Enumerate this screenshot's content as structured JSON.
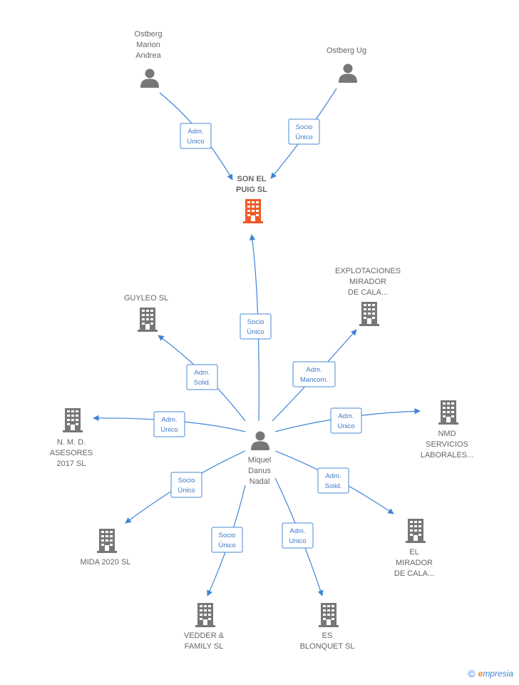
{
  "colors": {
    "accent": "#3f84d8",
    "node_gray": "#777777",
    "node_main": "#f05a28"
  },
  "nodes": {
    "ostberg_marion": {
      "lines": [
        "Ostberg",
        "Marion",
        "Andrea"
      ],
      "kind": "person-icon"
    },
    "ostberg_ug": {
      "lines": [
        "Ostberg Ug"
      ],
      "kind": "person-icon"
    },
    "son_el_puig": {
      "lines": [
        "SON EL",
        "PUIG  SL"
      ],
      "kind": "building-icon",
      "main": true
    },
    "explotaciones": {
      "lines": [
        "EXPLOTACIONES",
        "MIRADOR",
        "DE CALA..."
      ],
      "kind": "building-icon"
    },
    "guyleo": {
      "lines": [
        "GUYLEO  SL"
      ],
      "kind": "building-icon"
    },
    "nmd_asesores": {
      "lines": [
        "N.  M.  D.",
        "ASESORES",
        "2017  SL"
      ],
      "kind": "building-icon"
    },
    "nmd_servicios": {
      "lines": [
        "NMD",
        "SERVICIOS",
        "LABORALES..."
      ],
      "kind": "building-icon"
    },
    "miquel": {
      "lines": [
        "Miquel",
        "Danus",
        "Nadal"
      ],
      "kind": "person-icon"
    },
    "mida": {
      "lines": [
        "MIDA 2020  SL"
      ],
      "kind": "building-icon"
    },
    "el_mirador": {
      "lines": [
        "EL",
        "MIRADOR",
        "DE CALA..."
      ],
      "kind": "building-icon"
    },
    "vedder": {
      "lines": [
        "VEDDER &",
        "FAMILY  SL"
      ],
      "kind": "building-icon"
    },
    "es_blonquet": {
      "lines": [
        "ES",
        "BLONQUET  SL"
      ],
      "kind": "building-icon"
    }
  },
  "edges": {
    "marion_son": {
      "lines": [
        "Adm.",
        "Unico"
      ]
    },
    "ug_son": {
      "lines": [
        "Socio",
        "Único"
      ]
    },
    "miquel_son": {
      "lines": [
        "Socio",
        "Único"
      ]
    },
    "miquel_guyleo": {
      "lines": [
        "Adm.",
        "Solid."
      ]
    },
    "miquel_explotaciones": {
      "lines": [
        "Adm.",
        "Mancom."
      ]
    },
    "miquel_nmd_asesores": {
      "lines": [
        "Adm.",
        "Unico"
      ]
    },
    "miquel_nmd_servicios": {
      "lines": [
        "Adm.",
        "Unico"
      ]
    },
    "miquel_mida": {
      "lines": [
        "Socio",
        "Único"
      ]
    },
    "miquel_el_mirador": {
      "lines": [
        "Adm.",
        "Solid."
      ]
    },
    "miquel_vedder": {
      "lines": [
        "Socio",
        "Único"
      ]
    },
    "miquel_es_blonquet": {
      "lines": [
        "Adm.",
        "Unico"
      ]
    }
  },
  "footer": {
    "copyright": "©",
    "brand_initial": "e",
    "brand_rest": "mpresia"
  }
}
